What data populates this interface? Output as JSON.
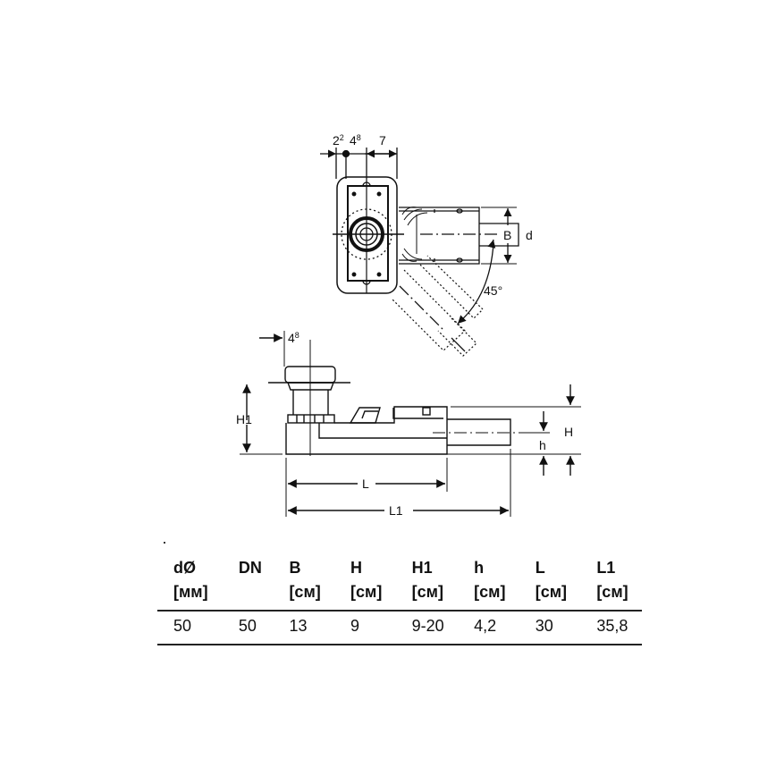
{
  "top_view": {
    "dims": {
      "d1": "2",
      "d1_sup": "2",
      "d2": "4",
      "d2_sup": "8",
      "d3": "7"
    },
    "labels": {
      "B": "B",
      "d": "d",
      "angle": "45°"
    }
  },
  "side_view": {
    "labels": {
      "top_dim": "4",
      "top_dim_sup": "8",
      "H1": "H1",
      "H": "H",
      "h": "h",
      "L": "L",
      "L1": "L1"
    }
  },
  "table": {
    "headers": [
      {
        "name": "dØ",
        "unit": "[мм]"
      },
      {
        "name": "DN",
        "unit": ""
      },
      {
        "name": "B",
        "unit": "[см]"
      },
      {
        "name": "H",
        "unit": "[см]"
      },
      {
        "name": "H1",
        "unit": "[см]"
      },
      {
        "name": "h",
        "unit": "[см]"
      },
      {
        "name": "L",
        "unit": "[см]"
      },
      {
        "name": "L1",
        "unit": "[см]"
      }
    ],
    "rows": [
      [
        "50",
        "50",
        "13",
        "9",
        "9-20",
        "4,2",
        "30",
        "35,8"
      ]
    ]
  }
}
